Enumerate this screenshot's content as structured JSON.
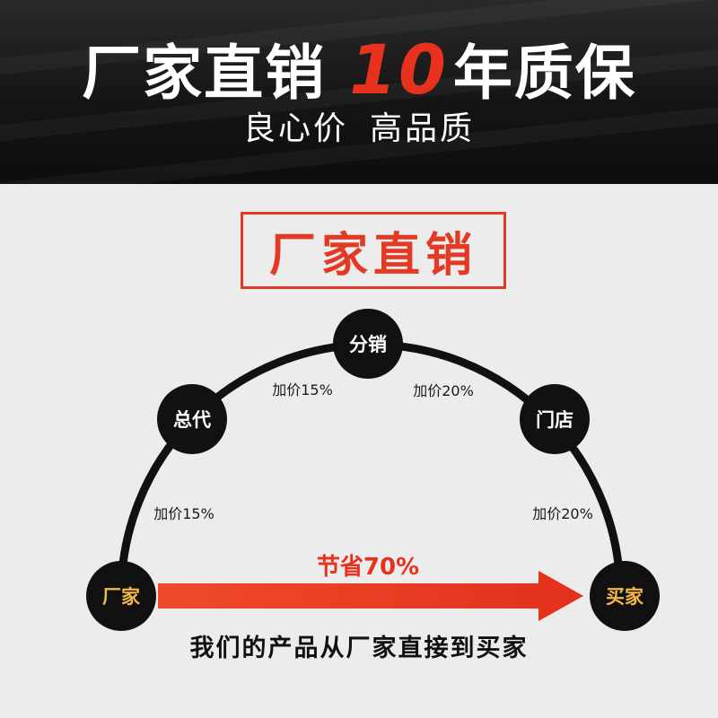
{
  "banner": {
    "title_left": "厂家直销",
    "title_number": "10",
    "title_right": "年质保",
    "subtitle_1": "良心价",
    "subtitle_2": "高品质"
  },
  "boxed_title": "厂家直销",
  "nodes": {
    "factory": "厂家",
    "general_agent": "总代",
    "distributor": "分销",
    "store": "门店",
    "buyer": "买家"
  },
  "markups": {
    "factory_to_general_agent": "加价15%",
    "general_agent_to_distributor": "加价15%",
    "distributor_to_store": "加价20%",
    "store_to_buyer": "加价20%"
  },
  "savings": "节省70%",
  "footer": "我们的产品从厂家直接到买家",
  "colors": {
    "accent_red": "#e8321e",
    "node_fill": "#111111",
    "gold_text": "#f4b84a",
    "background": "#ececec"
  }
}
